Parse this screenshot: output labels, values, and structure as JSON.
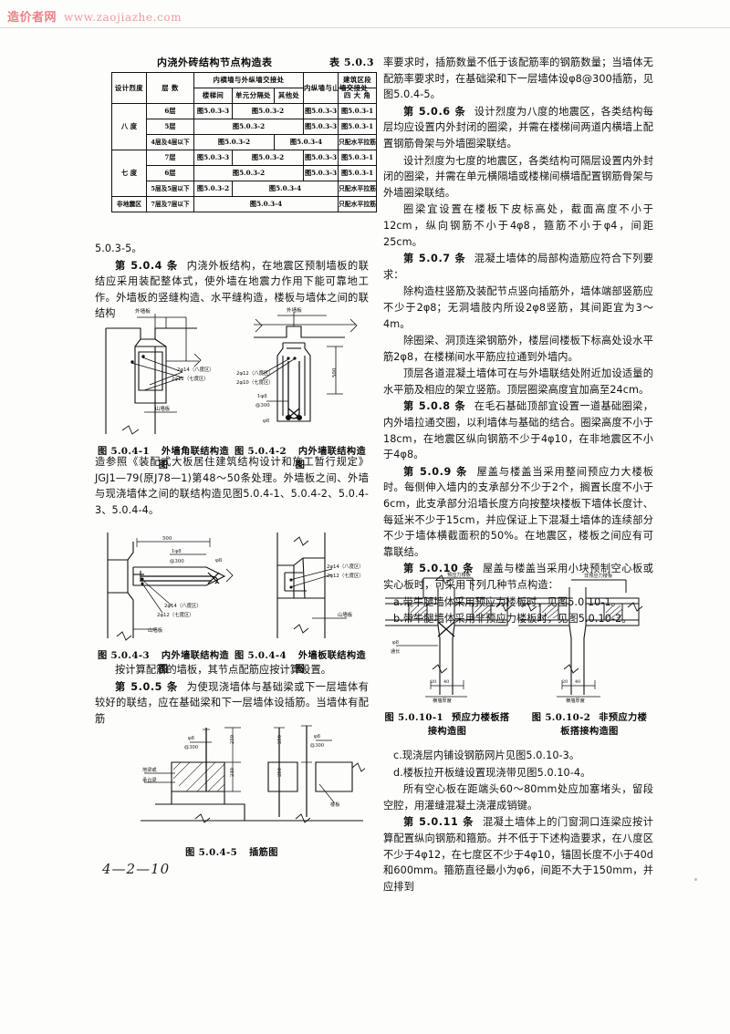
{
  "watermark": {
    "site_name": "造价者网",
    "url": "www.zaojiazhe.com"
  },
  "table": {
    "title": "内浇外砖结构节点构造表",
    "number": "表 5.0.3",
    "headers": {
      "intensity": "设计烈度",
      "floors": "层  数",
      "group_inner_outer": "内横墙与外纵墙交接处",
      "stair": "楼梯间",
      "unit_divider": "单元分隔处",
      "other": "其他处",
      "gable": "内纵墙与山墙交接处",
      "zone": "建筑区段",
      "four_corners": "四 大 角"
    },
    "rows": [
      {
        "intensity": "八  度",
        "floors": "6层",
        "stair": "图5.0.3-3",
        "unit": "图5.0.3-2",
        "other": "",
        "gable": "图5.0.3-3",
        "corner": "图5.0.3-1",
        "merge": "none"
      },
      {
        "intensity": "",
        "floors": "5层",
        "stair": "图5.0.3-2",
        "unit": "",
        "other": "",
        "gable": "图5.0.3-3",
        "corner": "图5.0.3-1",
        "merge": "stair3"
      },
      {
        "intensity": "",
        "floors": "4层及4层以下",
        "stair": "图5.0.3-2",
        "unit": "",
        "other": "图5.0.3-4",
        "gable": "",
        "corner": "只配水平拉筋",
        "merge": "split2"
      },
      {
        "intensity": "七  度",
        "floors": "7层",
        "stair": "图5.0.3-3",
        "unit": "图5.0.3-2",
        "other": "",
        "gable": "图5.0.3-3",
        "corner": "图5.0.3-1",
        "merge": "none"
      },
      {
        "intensity": "",
        "floors": "6层",
        "stair": "图5.0.3-2",
        "unit": "",
        "other": "",
        "gable": "图5.0.3-3",
        "corner": "图5.0.3-1",
        "merge": "stair3"
      },
      {
        "intensity": "",
        "floors": "5层及5层以下",
        "stair": "图5.0.3-2",
        "unit": "图5.0.3-4",
        "other": "",
        "gable": "",
        "corner": "只配水平拉筋",
        "merge": "split2b"
      },
      {
        "intensity": "非地震区",
        "floors": "7层及7层以下",
        "stair": "图5.0.3-4",
        "unit": "",
        "other": "",
        "gable": "",
        "corner": "只配水平拉筋",
        "merge": "all4"
      }
    ]
  },
  "left_column": {
    "p1": "5.0.3-5。",
    "p2_clause": "第 5.0.4 条",
    "p2_text": "内浇外板结构，在地震区预制墙板的联结应采用装配整体式，使外墙在地震力作用下能可靠地工作。外墙板的竖缝构造、水平缝构造，楼板与墙体之间的联结构",
    "p3_text": "造参照《装配式大板居住建筑结构设计和施工暂行规定》JGJ1—79(原J78—1)第48～50条处理。外墙板之间、外墙与现浇墙体之间的联结构造见图5.0.4-1、5.0.4-2、5.0.4-3、5.0.4-4。",
    "p4_text": "按计算配筋的墙板，其节点配筋应按计算设置。",
    "p5_clause": "第 5.0.5 条",
    "p5_text": "为使现浇墙体与基础梁或下一层墙体有较好的联结，应在基础梁和下一层墙体设插筋。当墙体有配筋"
  },
  "left_figures": [
    {
      "id": "fig-5-0-4-1",
      "number": "图 5.0.4-1",
      "caption": "外墙角联结构造图",
      "labels": [
        "外墙板",
        "2φ14（八度区）",
        "2φ12（七度区）",
        "山墙板"
      ]
    },
    {
      "id": "fig-5-0-4-2",
      "number": "图 5.0.4-2",
      "caption": "内外墙联结构造图",
      "labels": [
        "外墙板",
        "2φ12（八度区）",
        "2φ10（七度区）",
        "1φ8",
        "@300",
        "φ8",
        "500"
      ]
    },
    {
      "id": "fig-5-0-4-3",
      "number": "图 5.0.4-3",
      "caption": "内外墙联结构造图",
      "labels": [
        "500",
        "1φ8",
        "@300",
        "φ8",
        "2φ14（八度区）",
        "2φ12（七度区）",
        "山墙板"
      ]
    },
    {
      "id": "fig-5-0-4-4",
      "number": "图 5.0.4-4",
      "caption": "外墙板联结构造图",
      "labels": [
        "2φ14（八度区）",
        "2φ12（七度区）",
        "山墙板"
      ]
    },
    {
      "id": "fig-5-0-4-5",
      "number": "图 5.0.4-5",
      "caption": "插筋图",
      "labels": [
        "φ8",
        "@300",
        "250",
        "240",
        "250",
        "250",
        "φ8",
        "@300",
        "地梁或承台梁",
        "楼板"
      ]
    }
  ],
  "right_column": {
    "p1": "率要求时，插筋数量不低于该配筋率的钢筋数量；当墙体无配筋率要求时，在基础梁和下一层墙体设φ8@300插筋，见图5.0.4-5。",
    "p2_clause": "第 5.0.6 条",
    "p2_text": "设计烈度为八度的地震区，各类结构每层均应设置内外封闭的圈梁，并需在楼梯间两道内横墙上配置钢筋骨架与外墙圈梁联结。",
    "p3_text": "设计烈度为七度的地震区，各类结构可隔层设置内外封闭的圈梁，并需在单元横隔墙或楼梯间横墙配置钢筋骨架与外墙圈梁联结。",
    "p4_text": "圈梁宜设置在楼板下皮标高处，截面高度不小于12cm，纵向钢筋不小于4φ8，箍筋不小于φ4，间距25cm。",
    "p5_clause": "第 5.0.7 条",
    "p5_text": "混凝土墙体的局部构造筋应符合下列要求：",
    "p6_text": "除构造柱竖筋及装配节点竖向插筋外，墙体端部竖筋应不少于2φ8；无洞墙肢内所设2φ8竖筋，其间距宜为3～4m。",
    "p7_text": "除圈梁、洞顶连梁钢筋外，楼层间楼板下标高处设水平筋2φ8，在楼梯间水平筋应拉通到外墙内。",
    "p8_text": "顶层各道混凝土墙体可在与外墙联结处附近加设适量的水平筋及相应的架立竖筋。顶层圈梁高度宜加高至24cm。",
    "p9_clause": "第 5.0.8 条",
    "p9_text": "在毛石基础顶部宜设置一道基础圈梁，内外墙拉通交圈，以利墙体与基础的结合。圈梁高度不小于18cm，在地震区纵向钢筋不少于4φ10，在非地震区不小于4φ8。",
    "p10_clause": "第 5.0.9 条",
    "p10_text": "屋盖与楼盖当采用整间预应力大楼板时。每侧伸入墙内的支承部分不少于2个，搁置长度不小于6cm，此支承部分沿墙长度方向按整块楼板下墙体长度计、每延米不少于15cm，并应保证上下混凝土墙体的连续部分不少于墙体横截面积的50%。在地震区，楼板之间应有可靠联结。",
    "p11_clause": "第 5.0.10 条",
    "p11_text": "屋盖与楼盖当采用小块预制空心板或实心板时，可采用下列几种节点构造：",
    "item_a": "a.带牛腿墙体采用预应力楼板时，见图5.0.10-1。",
    "item_b": "b.带牛腿墙体采用非预应力楼板时，见图5.0.10-2。",
    "item_c": "c.现浇层内铺设钢筋网片见图5.0.10-3。",
    "item_d": "d.楼板拉开板缝设置现浇带见图5.0.10-4。",
    "p12_text": "所有空心板在距端头60～80mm处应加塞堵头，留段空腔，用灌缝混凝土浇灌成销键。",
    "p13_clause": "第 5.0.11 条",
    "p13_text": "混凝土墙体上的门窗洞口连梁应按计算配置纵向钢筋和箍筋。并不低于下述构造要求，在八度区不少于4φ12，在七度区不少于4φ10，锚固长度不小于40d和600mm。箍筋直径最小为φ6，间距不大于150mm，并应排到"
  },
  "right_figures": [
    {
      "id": "fig-5-0-10-1",
      "number": "图 5.0.10-1",
      "caption_line1": "预应力楼板搭",
      "caption_line2": "接构造图",
      "labels": [
        "预应力楼板",
        "φ8",
        "通长",
        "20",
        "40",
        "横墙厚度"
      ]
    },
    {
      "id": "fig-5-0-10-2",
      "number": "图 5.0.10-2",
      "caption_line1": "非预应力楼",
      "caption_line2": "板搭接构造图",
      "labels": [
        "非预应力楼板",
        "20",
        "40",
        "横墙厚度"
      ]
    }
  ],
  "page_number": "4—2—10",
  "colors": {
    "watermark_red": "#ef7f86",
    "ink": "#111111",
    "paper": "#fdfdfc"
  }
}
